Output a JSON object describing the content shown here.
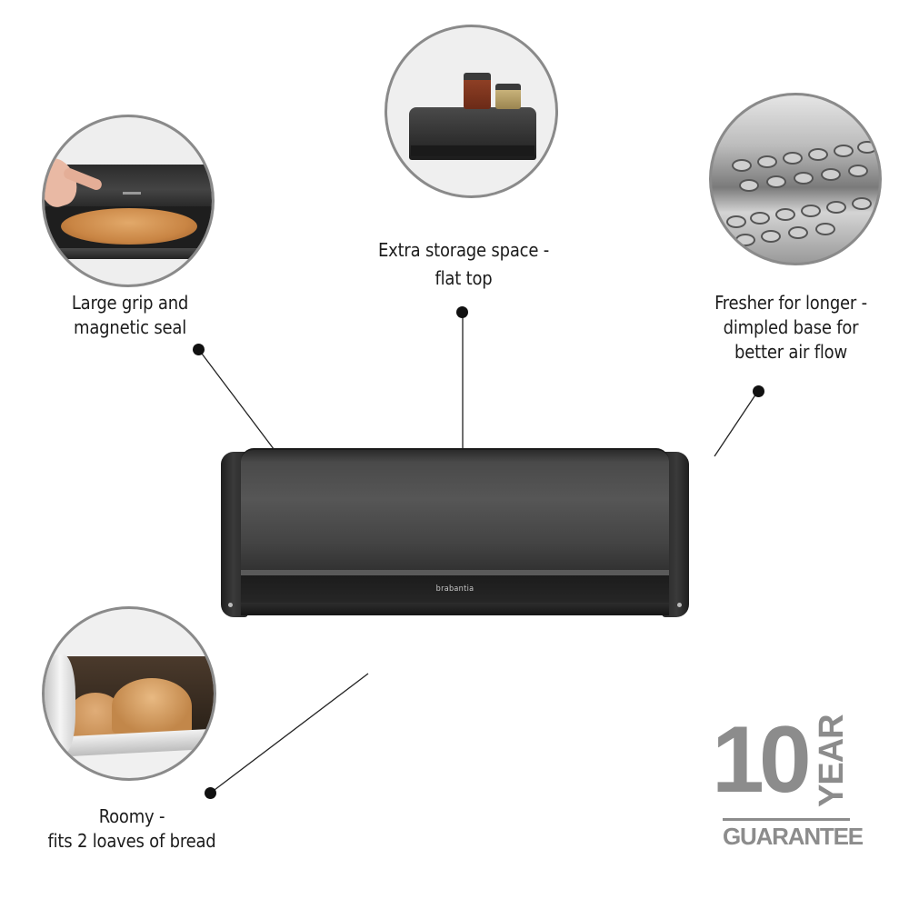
{
  "features": [
    {
      "id": "grip",
      "caption_lines": [
        "Large grip and",
        "magnetic seal"
      ],
      "image": "hand-opening-lid-with-bread"
    },
    {
      "id": "flat_top",
      "caption_lines": [
        "Extra storage space -",
        "flat top"
      ],
      "image": "spice-jars-on-bread-bin"
    },
    {
      "id": "dimpled_base",
      "caption_lines": [
        "Fresher for longer -",
        "dimpled base for",
        "better air flow"
      ],
      "image": "dimpled-steel-base"
    },
    {
      "id": "roomy",
      "caption_lines": [
        "Roomy -",
        "fits 2 loaves of bread"
      ],
      "image": "two-loaves-inside-bin"
    }
  ],
  "product": {
    "brand_logo": "brabantia",
    "color": "#3c3c3c",
    "type": "roll-top bread bin"
  },
  "guarantee": {
    "number": "10",
    "unit": "YEAR",
    "label": "GUARANTEE",
    "color": "#8c8c8c"
  }
}
